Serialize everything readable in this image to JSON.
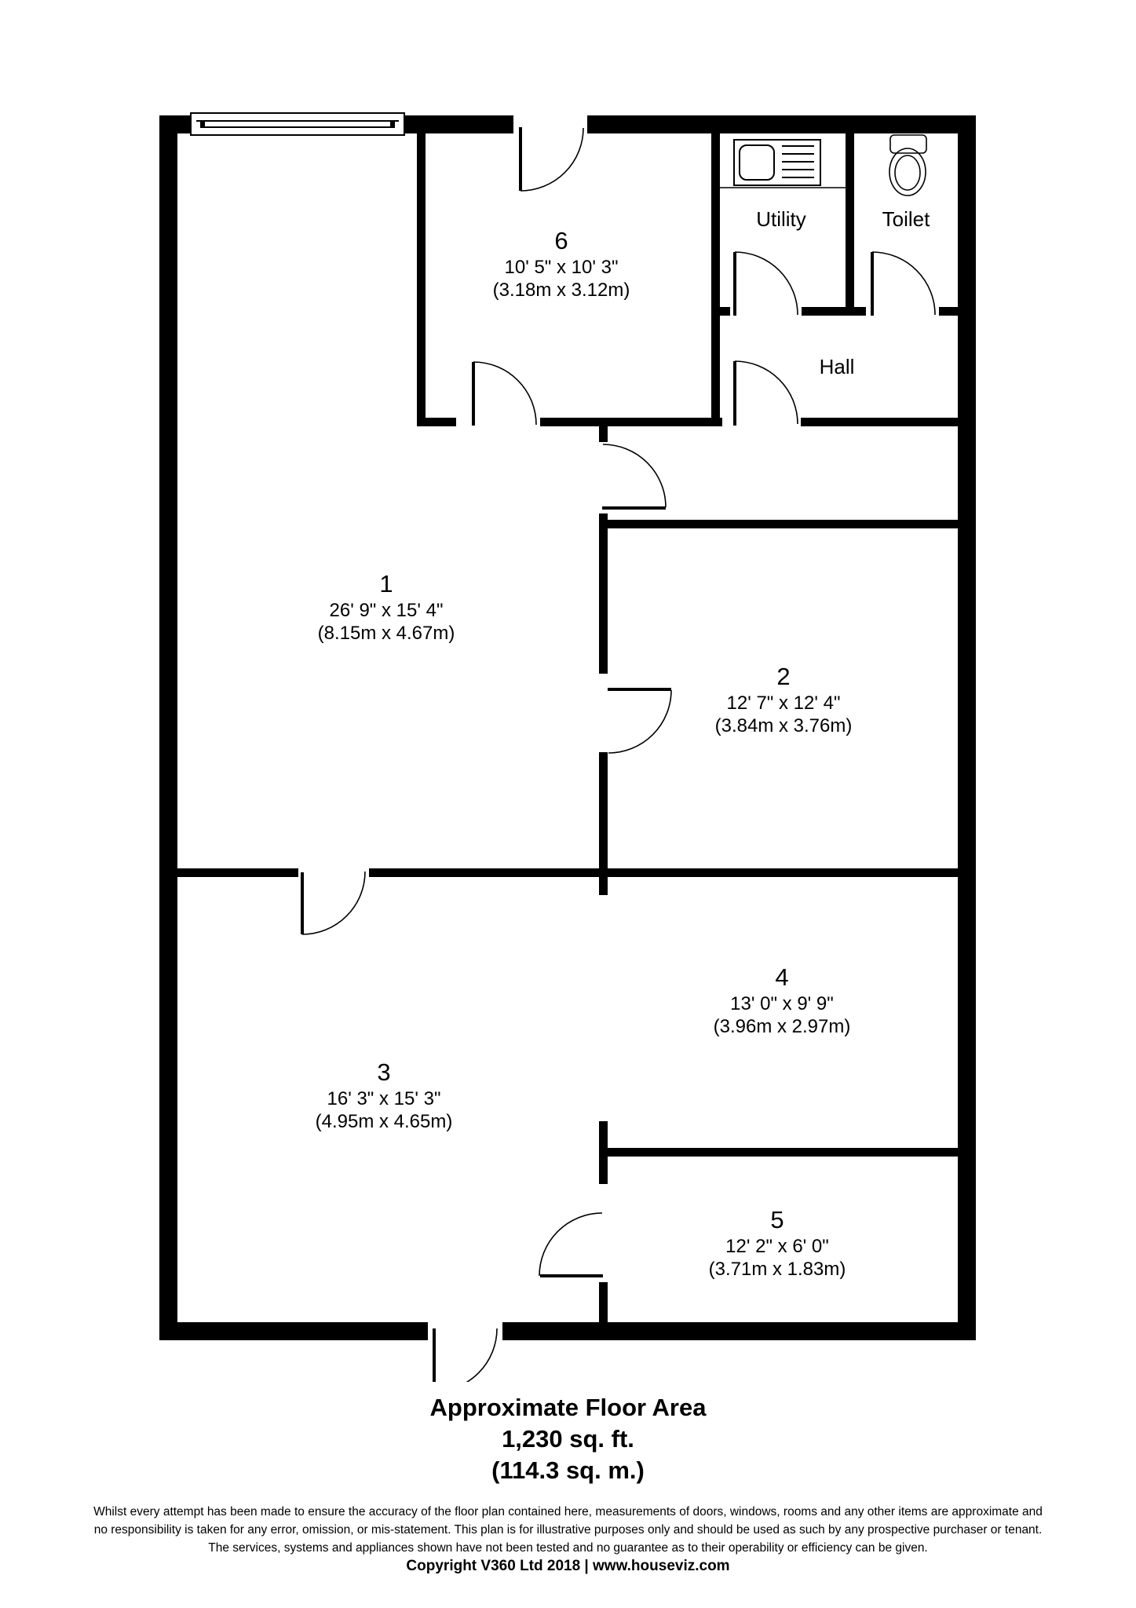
{
  "floor_plan": {
    "rooms": [
      {
        "id": "1",
        "number": "1",
        "dim_imperial": "26' 9\" x 15' 4\"",
        "dim_metric": "(8.15m x 4.67m)"
      },
      {
        "id": "2",
        "number": "2",
        "dim_imperial": "12' 7\" x 12' 4\"",
        "dim_metric": "(3.84m x 3.76m)"
      },
      {
        "id": "3",
        "number": "3",
        "dim_imperial": "16' 3\" x 15' 3\"",
        "dim_metric": "(4.95m x 4.65m)"
      },
      {
        "id": "4",
        "number": "4",
        "dim_imperial": "13' 0\" x 9' 9\"",
        "dim_metric": "(3.96m x 2.97m)"
      },
      {
        "id": "5",
        "number": "5",
        "dim_imperial": "12' 2\" x 6' 0\"",
        "dim_metric": "(3.71m x 1.83m)"
      },
      {
        "id": "6",
        "number": "6",
        "dim_imperial": "10' 5\" x 10' 3\"",
        "dim_metric": "(3.18m x 3.12m)"
      }
    ],
    "named_areas": {
      "utility": "Utility",
      "toilet": "Toilet",
      "hall": "Hall"
    },
    "fixtures": [
      "window-icon",
      "sink-icon",
      "toilet-icon",
      "door-swing-icon"
    ]
  },
  "summary": {
    "title": "Approximate Floor Area",
    "area_sqft": "1,230 sq. ft.",
    "area_sqm": "(114.3 sq. m.)"
  },
  "disclaimer": {
    "line1": "Whilst every attempt has been made to ensure the accuracy of the floor plan contained here, measurements of doors, windows, rooms and any other items are approximate and",
    "line2": "no responsibility is taken for any error, omission, or mis-statement. This plan is for illustrative purposes only and should be used as such by any prospective purchaser or tenant.",
    "line3": "The services, systems and appliances shown have not been tested and no guarantee as to their operability or efficiency can be given."
  },
  "copyright": "Copyright V360 Ltd 2018 | www.houseviz.com",
  "colors": {
    "wall": "#000000",
    "background": "#ffffff"
  }
}
